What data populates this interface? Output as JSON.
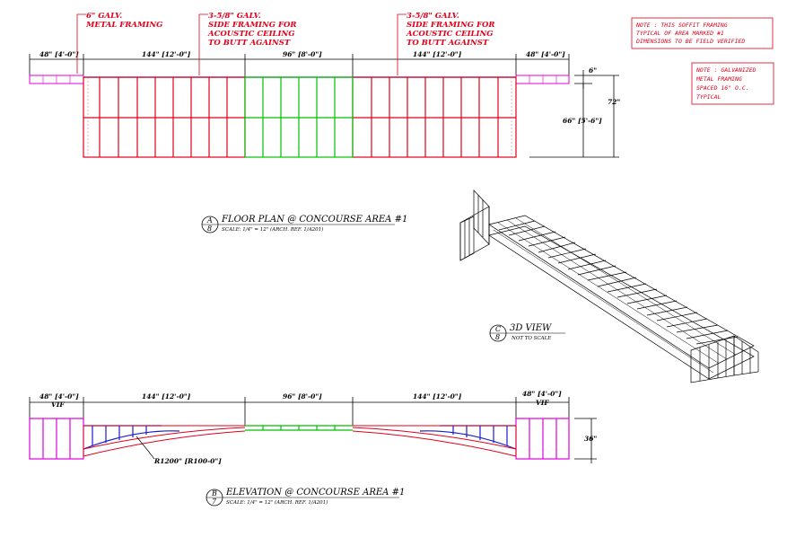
{
  "callouts": {
    "metal_framing": [
      "6\" GALV.",
      "METAL FRAMING"
    ],
    "side_framing_left": [
      "3-5/8\" GALV.",
      "SIDE FRAMING FOR",
      "ACOUSTIC CEILING",
      "TO BUTT AGAINST"
    ],
    "side_framing_right": [
      "3-5/8\" GALV.",
      "SIDE FRAMING FOR",
      "ACOUSTIC CEILING",
      "TO BUTT AGAINST"
    ]
  },
  "notes": {
    "note1": [
      "NOTE : THIS SOFFIT FRAMING",
      "TYPICAL OF AREA MARKED #1",
      "DIMENSIONS TO BE FIELD VERIFIED"
    ],
    "note2": [
      "NOTE : GALVANIZED",
      "METAL FRAMING",
      "SPACED 16\" O.C.",
      "TYPICAL"
    ]
  },
  "plan_dims": {
    "d48_left": "48\" [4'-0\"]",
    "d144_left": "144\" [12'-0\"]",
    "d96": "96\" [8'-0\"]",
    "d144_right": "144\" [12'-0\"]",
    "d48_right": "48\" [4'-0\"]",
    "d6": "6\"",
    "d72": "72\"",
    "d66": "66\" [5'-6\"]"
  },
  "elev_dims": {
    "d48_left": "48\" [4'-0\"]",
    "vif_left": "VIF",
    "d144_left": "144\" [12'-0\"]",
    "d96": "96\" [8'-0\"]",
    "d144_right": "144\" [12'-0\"]",
    "d48_right": "48\" [4'-0\"]",
    "vif_right": "VIF",
    "d36": "36\"",
    "radius": "R1200\" [R100-0\"]"
  },
  "titles": {
    "plan": {
      "letter": "A",
      "sheet": "8",
      "name": "FLOOR PLAN @ CONCOURSE AREA #1",
      "scale": "SCALE: 1/4\" = 12\" (ARCH. REF. 1/A201)"
    },
    "view3d": {
      "letter": "C",
      "sheet": "8",
      "name": "3D VIEW",
      "scale": "NOT TO SCALE"
    },
    "elev": {
      "letter": "B",
      "sheet": "7",
      "name": "ELEVATION @ CONCOURSE AREA #1",
      "scale": "SCALE: 1/4\" = 12\" (ARCH. REF. 1/A201)"
    }
  },
  "colors": {
    "framing": "#e0001a",
    "acoustic_zone": "#00c000",
    "side_frame": "#1a1acc",
    "end_wall": "#e000e0"
  }
}
